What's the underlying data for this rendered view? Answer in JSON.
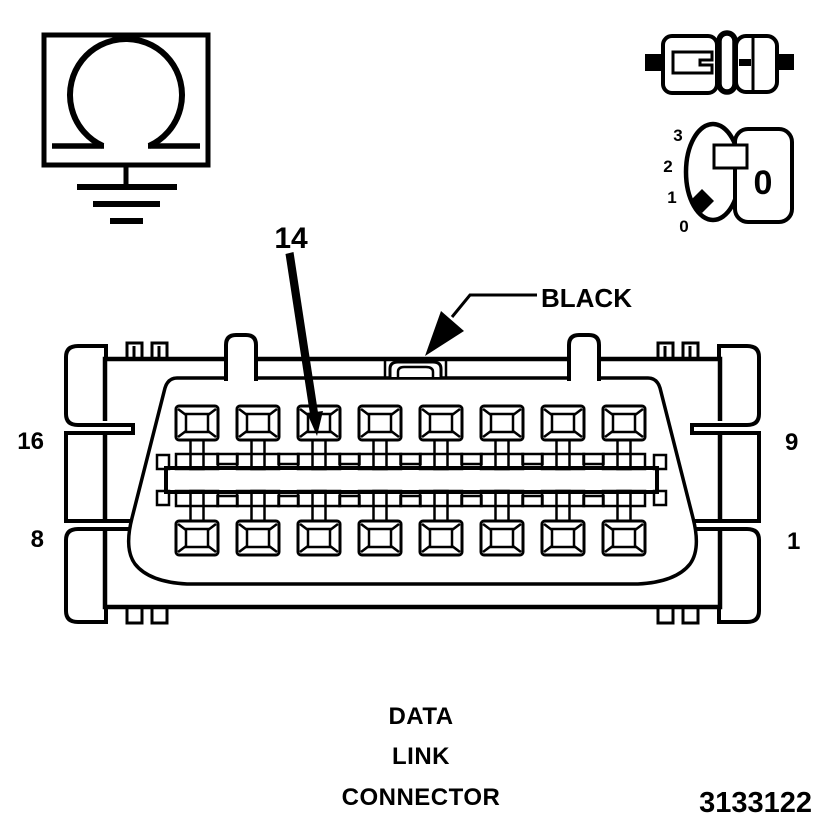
{
  "page": {
    "background": "#ffffff",
    "ink": "#000000"
  },
  "callouts": {
    "pin14": "14",
    "wire_color": "BLACK"
  },
  "pin_numbers": {
    "top_left": "16",
    "top_right": "9",
    "bottom_left": "8",
    "bottom_right": "1"
  },
  "meter_dial": {
    "scale_marks": [
      "3",
      "2",
      "1",
      "0"
    ],
    "face_digit": "0"
  },
  "caption": {
    "lines": [
      "DATA",
      "LINK",
      "CONNECTOR"
    ]
  },
  "part_number": "3133122",
  "connector": {
    "rows": 2,
    "pins_per_row": 8,
    "total_pins": 16
  }
}
